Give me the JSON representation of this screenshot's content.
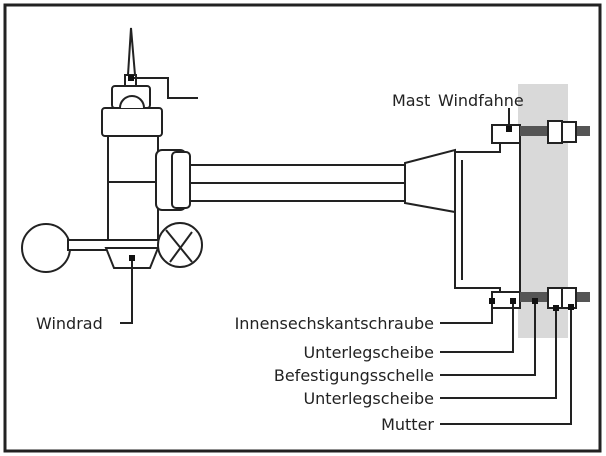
{
  "labels": {
    "mast": "Mast",
    "windfahne": "Windfahne",
    "windrad": "Windrad",
    "innensechskantschraube": "Innensechskantschraube",
    "unterlegscheibe_1": "Unterlegscheibe",
    "befestigungsschelle": "Befestigungsschelle",
    "unterlegscheibe_2": "Unterlegscheibe",
    "mutter": "Mutter"
  }
}
